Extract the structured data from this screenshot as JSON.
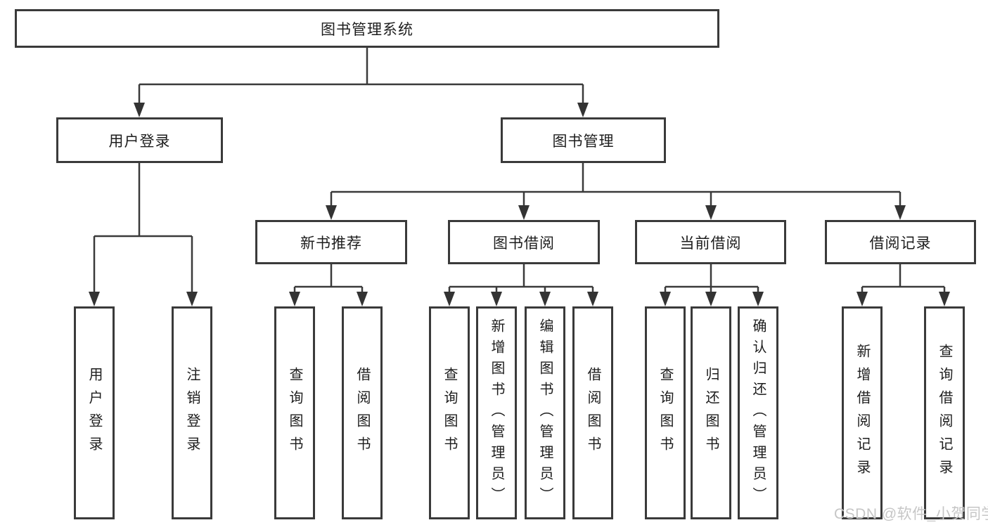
{
  "diagram": {
    "root_label": "图书管理系统",
    "level2": [
      "用户登录",
      "图书管理"
    ],
    "level3": [
      "新书推荐",
      "图书借阅",
      "当前借阅",
      "借阅记录"
    ],
    "leaf_groups": [
      {
        "parent": "用户登录",
        "items": [
          "用户登录",
          "注销登录"
        ]
      },
      {
        "parent": "新书推荐",
        "items": [
          "查询图书",
          "借阅图书"
        ]
      },
      {
        "parent": "图书借阅",
        "items": [
          "查询图书",
          "新增图书（管理员）",
          "编辑图书（管理员）",
          "借阅图书"
        ]
      },
      {
        "parent": "当前借阅",
        "items": [
          "查询图书",
          "归还图书",
          "确认归还（管理员）"
        ]
      },
      {
        "parent": "借阅记录",
        "items": [
          "新增借阅记录",
          "查询借阅记录"
        ]
      }
    ]
  },
  "watermark": "CSDN @软件_小贺同学",
  "colors": {
    "line": "#3a3a3a",
    "text": "#1d1d1d",
    "watermark": "#c6c6c6",
    "background": "#ffffff"
  }
}
